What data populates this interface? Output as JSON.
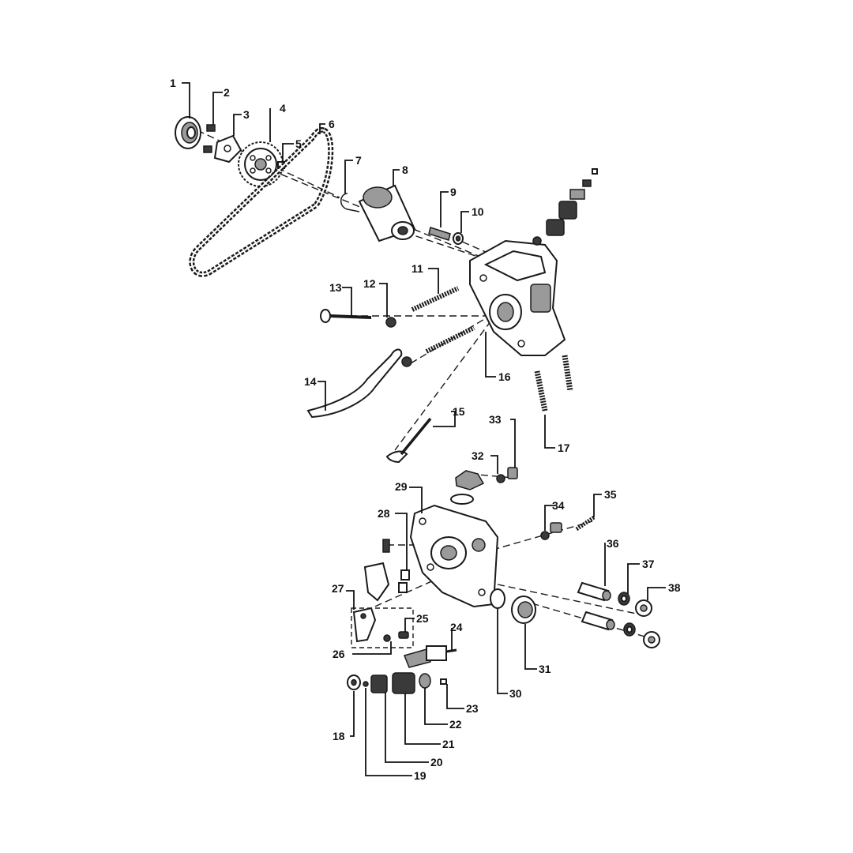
{
  "diagram": {
    "callouts": [
      {
        "id": "1",
        "label": "1"
      },
      {
        "id": "2",
        "label": "2"
      },
      {
        "id": "3",
        "label": "3"
      },
      {
        "id": "4",
        "label": "4"
      },
      {
        "id": "5",
        "label": "5"
      },
      {
        "id": "6",
        "label": "6"
      },
      {
        "id": "7",
        "label": "7"
      },
      {
        "id": "8",
        "label": "8"
      },
      {
        "id": "9",
        "label": "9"
      },
      {
        "id": "10",
        "label": "10"
      },
      {
        "id": "11",
        "label": "11"
      },
      {
        "id": "12",
        "label": "12"
      },
      {
        "id": "13",
        "label": "13"
      },
      {
        "id": "14",
        "label": "14"
      },
      {
        "id": "15",
        "label": "15"
      },
      {
        "id": "16",
        "label": "16"
      },
      {
        "id": "17",
        "label": "17"
      },
      {
        "id": "18",
        "label": "18"
      },
      {
        "id": "19",
        "label": "19"
      },
      {
        "id": "20",
        "label": "20"
      },
      {
        "id": "21",
        "label": "21"
      },
      {
        "id": "22",
        "label": "22"
      },
      {
        "id": "23",
        "label": "23"
      },
      {
        "id": "24",
        "label": "24"
      },
      {
        "id": "25",
        "label": "25"
      },
      {
        "id": "26",
        "label": "26"
      },
      {
        "id": "27",
        "label": "27"
      },
      {
        "id": "28",
        "label": "28"
      },
      {
        "id": "29",
        "label": "29"
      },
      {
        "id": "30",
        "label": "30"
      },
      {
        "id": "31",
        "label": "31"
      },
      {
        "id": "32",
        "label": "32"
      },
      {
        "id": "33",
        "label": "33"
      },
      {
        "id": "34",
        "label": "34"
      },
      {
        "id": "35",
        "label": "35"
      },
      {
        "id": "36",
        "label": "36"
      },
      {
        "id": "37",
        "label": "37"
      },
      {
        "id": "38",
        "label": "38"
      }
    ]
  }
}
